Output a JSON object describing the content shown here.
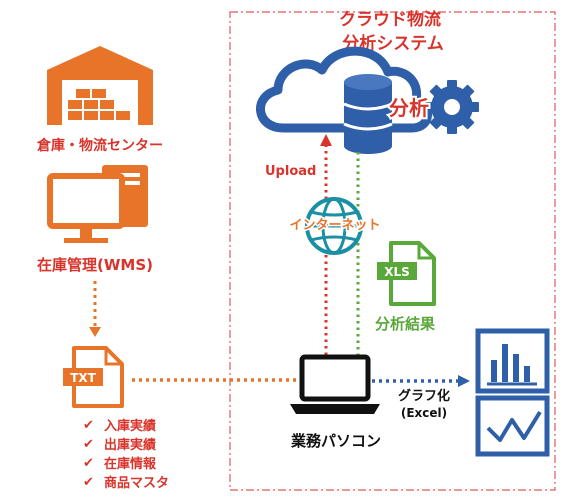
{
  "colors": {
    "orange": "#e8742a",
    "red": "#d9342b",
    "blue": "#2f5fa8",
    "green": "#5aa83a",
    "teal": "#1b8fa3",
    "dark": "#111111",
    "boundary": "#e05a5a"
  },
  "cloud_system": {
    "title_line1": "クラウド物流",
    "title_line2": "分析システム",
    "analysis_label": "分析",
    "icons": [
      "cloud-icon",
      "database-icon",
      "gear-icon"
    ]
  },
  "warehouse": {
    "label": "倉庫・物流センター",
    "icon": "warehouse-icon"
  },
  "wms": {
    "label": "在庫管理(WMS)",
    "icon": "desktop-computer-icon"
  },
  "txt_file": {
    "badge": "TXT",
    "icon": "document-icon",
    "checklist": [
      "入庫実績",
      "出庫実績",
      "在庫情報",
      "商品マスタ"
    ]
  },
  "flows": {
    "upload_label": "Upload",
    "internet_label": "インターネット",
    "result_label": "分析結果",
    "xls_badge": "XLS",
    "graph_label_line1": "グラフ化",
    "graph_label_line2": "(Excel)"
  },
  "laptop": {
    "label": "業務パソコン",
    "icon": "laptop-icon"
  },
  "charts": {
    "icons": [
      "bar-chart-icon",
      "line-chart-icon"
    ]
  }
}
